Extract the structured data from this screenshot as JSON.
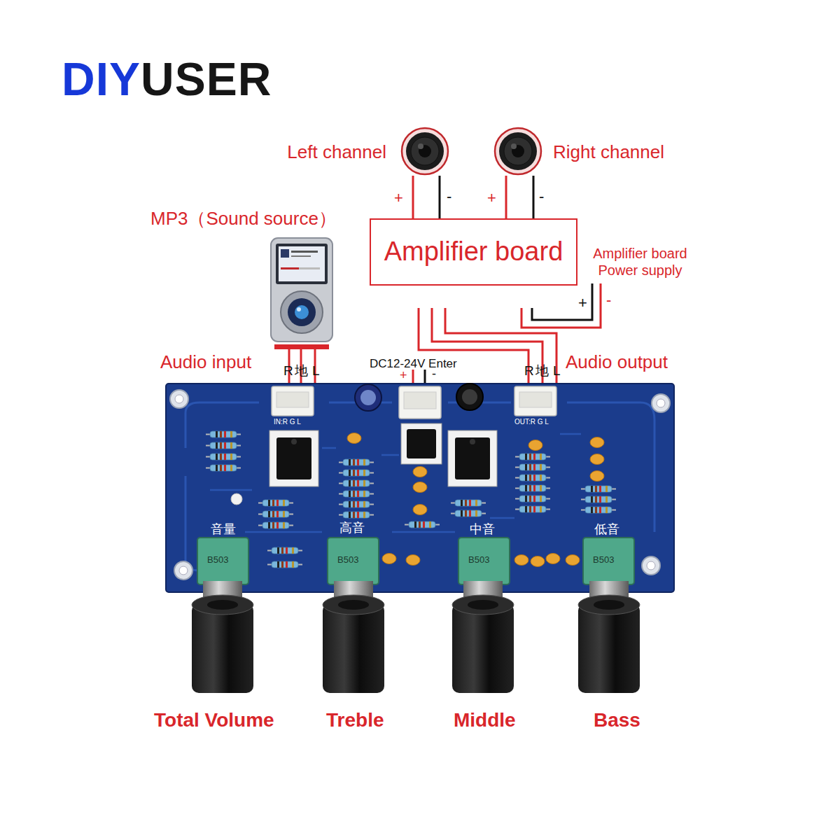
{
  "diagram": {
    "nodes": [
      {
        "text": [
          "Left channel"
        ]
      },
      {
        "text": [
          "Right channel"
        ]
      },
      {
        "text": [
          "MP3（Sound source）"
        ]
      },
      {
        "text": [
          "Amplifier board"
        ]
      }
    ],
    "edges": [
      {
        "from": 3,
        "to": 0,
        "label": "+",
        "arrow": "none"
      },
      {
        "from": 3,
        "to": 0,
        "label": "-",
        "arrow": "none"
      },
      {
        "from": 3,
        "to": 1,
        "label": "+",
        "arrow": "none"
      },
      {
        "from": 3,
        "to": 1,
        "label": "-",
        "arrow": "none"
      }
    ],
    "labels": [
      "DIYUSER",
      "Amplifier board Power supply",
      "+",
      "-",
      "Audio input",
      "R",
      "地",
      "L",
      "DC12-24V Enter",
      "+",
      "-",
      "R",
      "地",
      "L",
      "Audio output",
      "IN:R G L",
      "OUT:R G L",
      "音量",
      "高音",
      "中音",
      "低音",
      "B503",
      "B503",
      "B503",
      "B503",
      "Total Volume",
      "Treble",
      "Middle",
      "Bass"
    ]
  }
}
